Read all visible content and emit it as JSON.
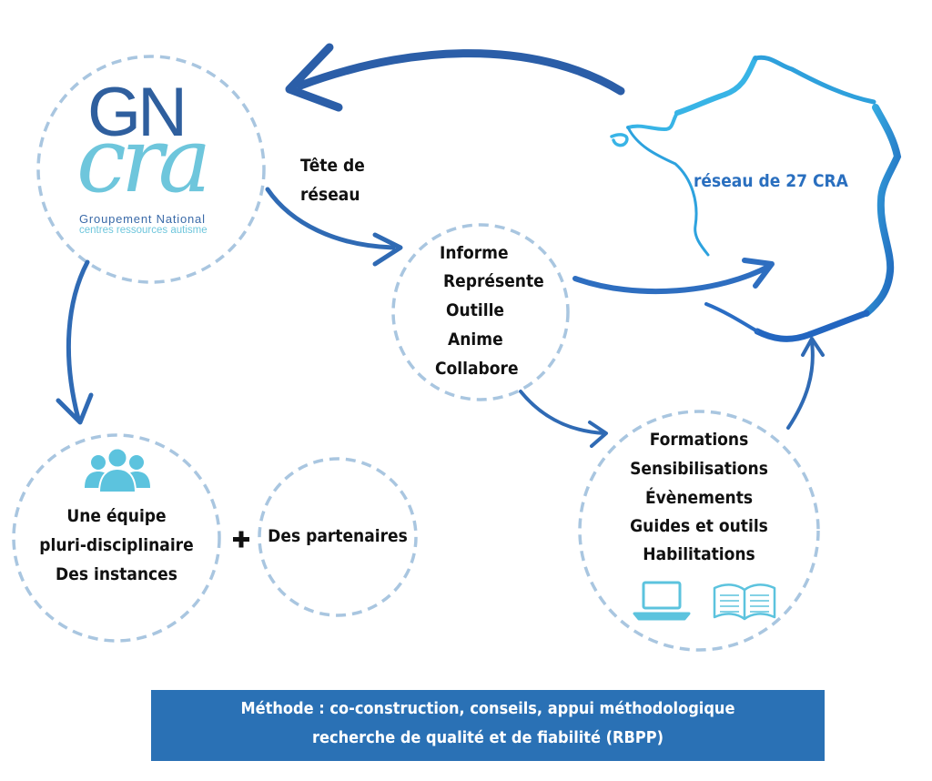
{
  "logo": {
    "initials": "GN",
    "sub_initials": "cra",
    "org_name": "Groupement National",
    "org_subtitle": "centres ressources autisme"
  },
  "head_label": {
    "line1": "Tête de",
    "line2": "réseau"
  },
  "network_label": "réseau de 27 CRA",
  "roles": [
    "Informe",
    "Représente",
    "Outille",
    "Anime",
    "Collabore"
  ],
  "team": {
    "line1": "Une équipe",
    "line2": "pluri-disciplinaire",
    "line3": "Des instances",
    "icon": "people-icon"
  },
  "plus_sign": "+",
  "partners_label": "Des partenaires",
  "outputs": {
    "items": [
      "Formations",
      "Sensibilisations",
      "Évènements",
      "Guides et outils",
      "Habilitations"
    ],
    "icons": [
      "laptop-icon",
      "book-icon"
    ]
  },
  "method_banner": {
    "line1": "Méthode : co-construction, conseils, appui méthodologique",
    "line2": "recherche de qualité et de fiabilité (RBPP)"
  },
  "colors": {
    "arrow_dark": "#2b5ea8",
    "arrow_mid": "#3070bb",
    "map_light": "#29a8df",
    "map_dark": "#2366c0",
    "dashed_circle": "#a9c6e0",
    "icon_teal": "#5cc3de",
    "banner": "#2a71b5"
  }
}
